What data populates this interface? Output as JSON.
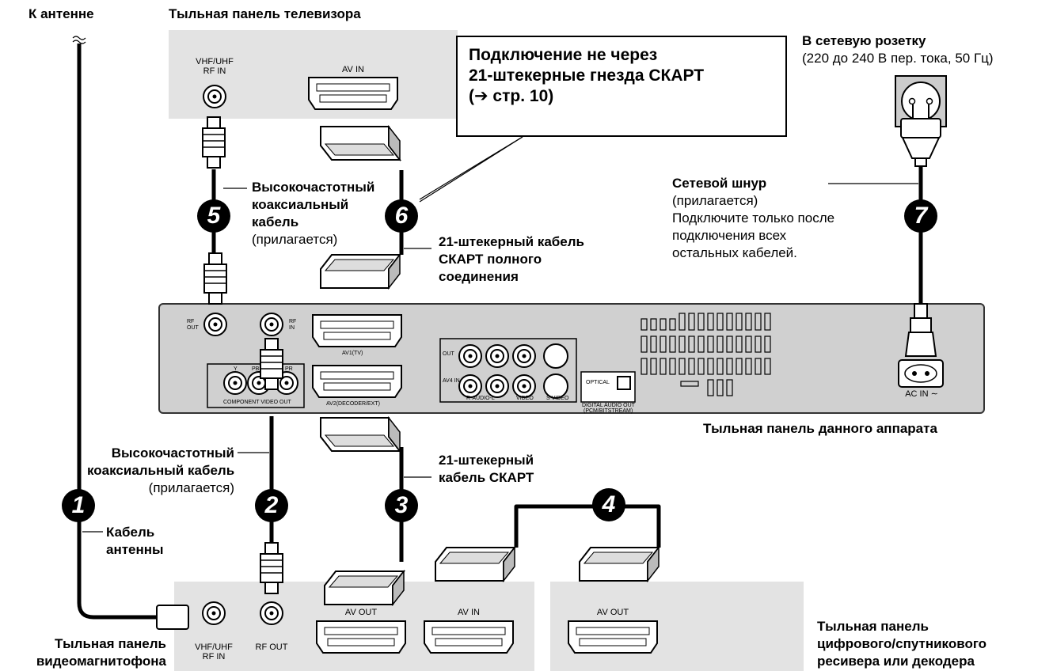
{
  "labels": {
    "antenna": "К антенне",
    "tv_panel": "Тыльная панель телевизора",
    "outlet_title": "В сетевую розетку",
    "outlet_spec": "(220 до 240 В пер. тока, 50 Гц)",
    "callout_line1": "Подключение не через",
    "callout_line2": "21-штекерные гнезда СКАРТ",
    "callout_line3": "(➔ стр. 10)",
    "coax5_l1": "Высокочастотный",
    "coax5_l2": "коаксиальный",
    "coax5_l3": "кабель",
    "coax5_l4": "(прилагается)",
    "scart6_l1": "21-штекерный кабель",
    "scart6_l2": "СКАРТ полного",
    "scart6_l3": "соединения",
    "power_l1": "Сетевой шнур",
    "power_l2": "(прилагается)",
    "power_l3": "Подключите только после",
    "power_l4": "подключения всех",
    "power_l5": "остальных кабелей.",
    "unit_panel": "Тыльная панель данного аппарата",
    "coax2_l1": "Высокочастотный",
    "coax2_l2": "коаксиальный кабель",
    "coax2_l3": "(прилагается)",
    "scart3_l1": "21-штекерный",
    "scart3_l2": "кабель СКАРТ",
    "ant_cable_l1": "Кабель",
    "ant_cable_l2": "антенны",
    "vcr_l1": "Тыльная панель",
    "vcr_l2": "видеомагнитофона",
    "receiver_l1": "Тыльная панель",
    "receiver_l2": "цифрового/спутникового",
    "receiver_l3": "ресивера или декодера"
  },
  "jacks": {
    "tv_rf_in_l1": "VHF/UHF",
    "tv_rf_in_l2": "RF IN",
    "tv_av_in": "AV IN",
    "unit_rf_out_l1": "RF",
    "unit_rf_out_l2": "OUT",
    "unit_rf_in_l1": "RF",
    "unit_rf_in_l2": "IN",
    "av1": "AV1(TV)",
    "av2": "AV2(DECODER/EXT)",
    "comp_y": "Y",
    "comp_pb": "PB",
    "comp_pr": "PR",
    "component_out": "COMPONENT VIDEO OUT",
    "out": "OUT",
    "av4_in": "AV4 IN",
    "r_audio_l": "R-AUDIO-L",
    "video": "VIDEO",
    "s_video": "S VIDEO",
    "optical": "OPTICAL",
    "digital_audio_l1": "DIGITAL AUDIO OUT",
    "digital_audio_l2": "(PCM/BITSTREAM)",
    "ac_in": "AC IN ∼",
    "vcr_rf_in_l1": "VHF/UHF",
    "vcr_rf_in_l2": "RF IN",
    "vcr_rf_out": "RF OUT",
    "vcr_av_out": "AV OUT",
    "vcr_av_in": "AV IN",
    "rcv_av_out": "AV OUT"
  },
  "steps": [
    "1",
    "2",
    "3",
    "4",
    "5",
    "6",
    "7"
  ],
  "colors": {
    "panel": "#e3e3e3",
    "unit": "#d0d0d0",
    "cable": "#000000"
  }
}
